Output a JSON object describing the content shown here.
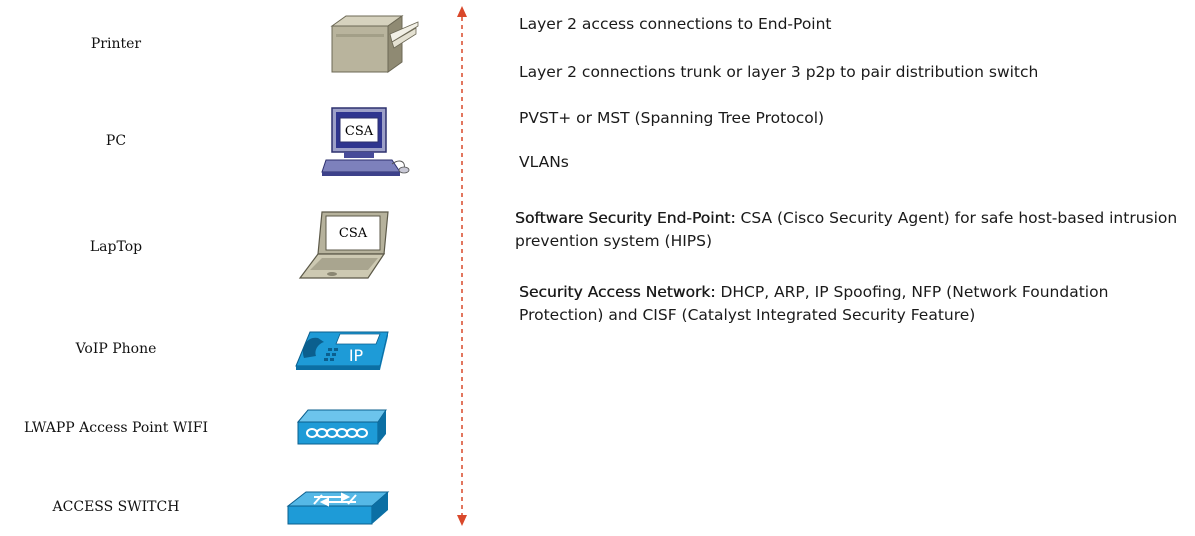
{
  "devices": [
    {
      "label": "Printer",
      "icon": "printer-icon"
    },
    {
      "label": "PC",
      "icon": "pc-icon",
      "badge": "CSA"
    },
    {
      "label": "LapTop",
      "icon": "laptop-icon",
      "badge": "CSA"
    },
    {
      "label": "VoIP Phone",
      "icon": "ip-phone-icon",
      "badge": "IP"
    },
    {
      "label": "LWAPP Access Point WIFI",
      "icon": "access-point-icon"
    },
    {
      "label": "ACCESS SWITCH",
      "icon": "switch-icon"
    }
  ],
  "info": [
    {
      "text": "Layer 2 access connections to End-Point"
    },
    {
      "text": "Layer 2 connections trunk or layer 3 p2p to pair distribution switch"
    },
    {
      "text": "PVST+ or MST (Spanning Tree Protocol)"
    },
    {
      "text": "VLANs"
    },
    {
      "heading": "Software Security End-Point:",
      "text": " CSA (Cisco Security Agent) for safe host-based intrusion prevention system (HIPS)"
    },
    {
      "heading": "Security Access Network:",
      "text": " DHCP, ARP, IP Spoofing, NFP (Network Foundation Protection) and CISF (Catalyst Integrated Security Feature)"
    }
  ],
  "colors": {
    "divider": "#d9482a",
    "cisco_blue": "#1e9bd7",
    "cisco_blue_dark": "#0b6fa4",
    "printer_body": "#b7b29c",
    "pc_screen": "#3a3f9a"
  }
}
